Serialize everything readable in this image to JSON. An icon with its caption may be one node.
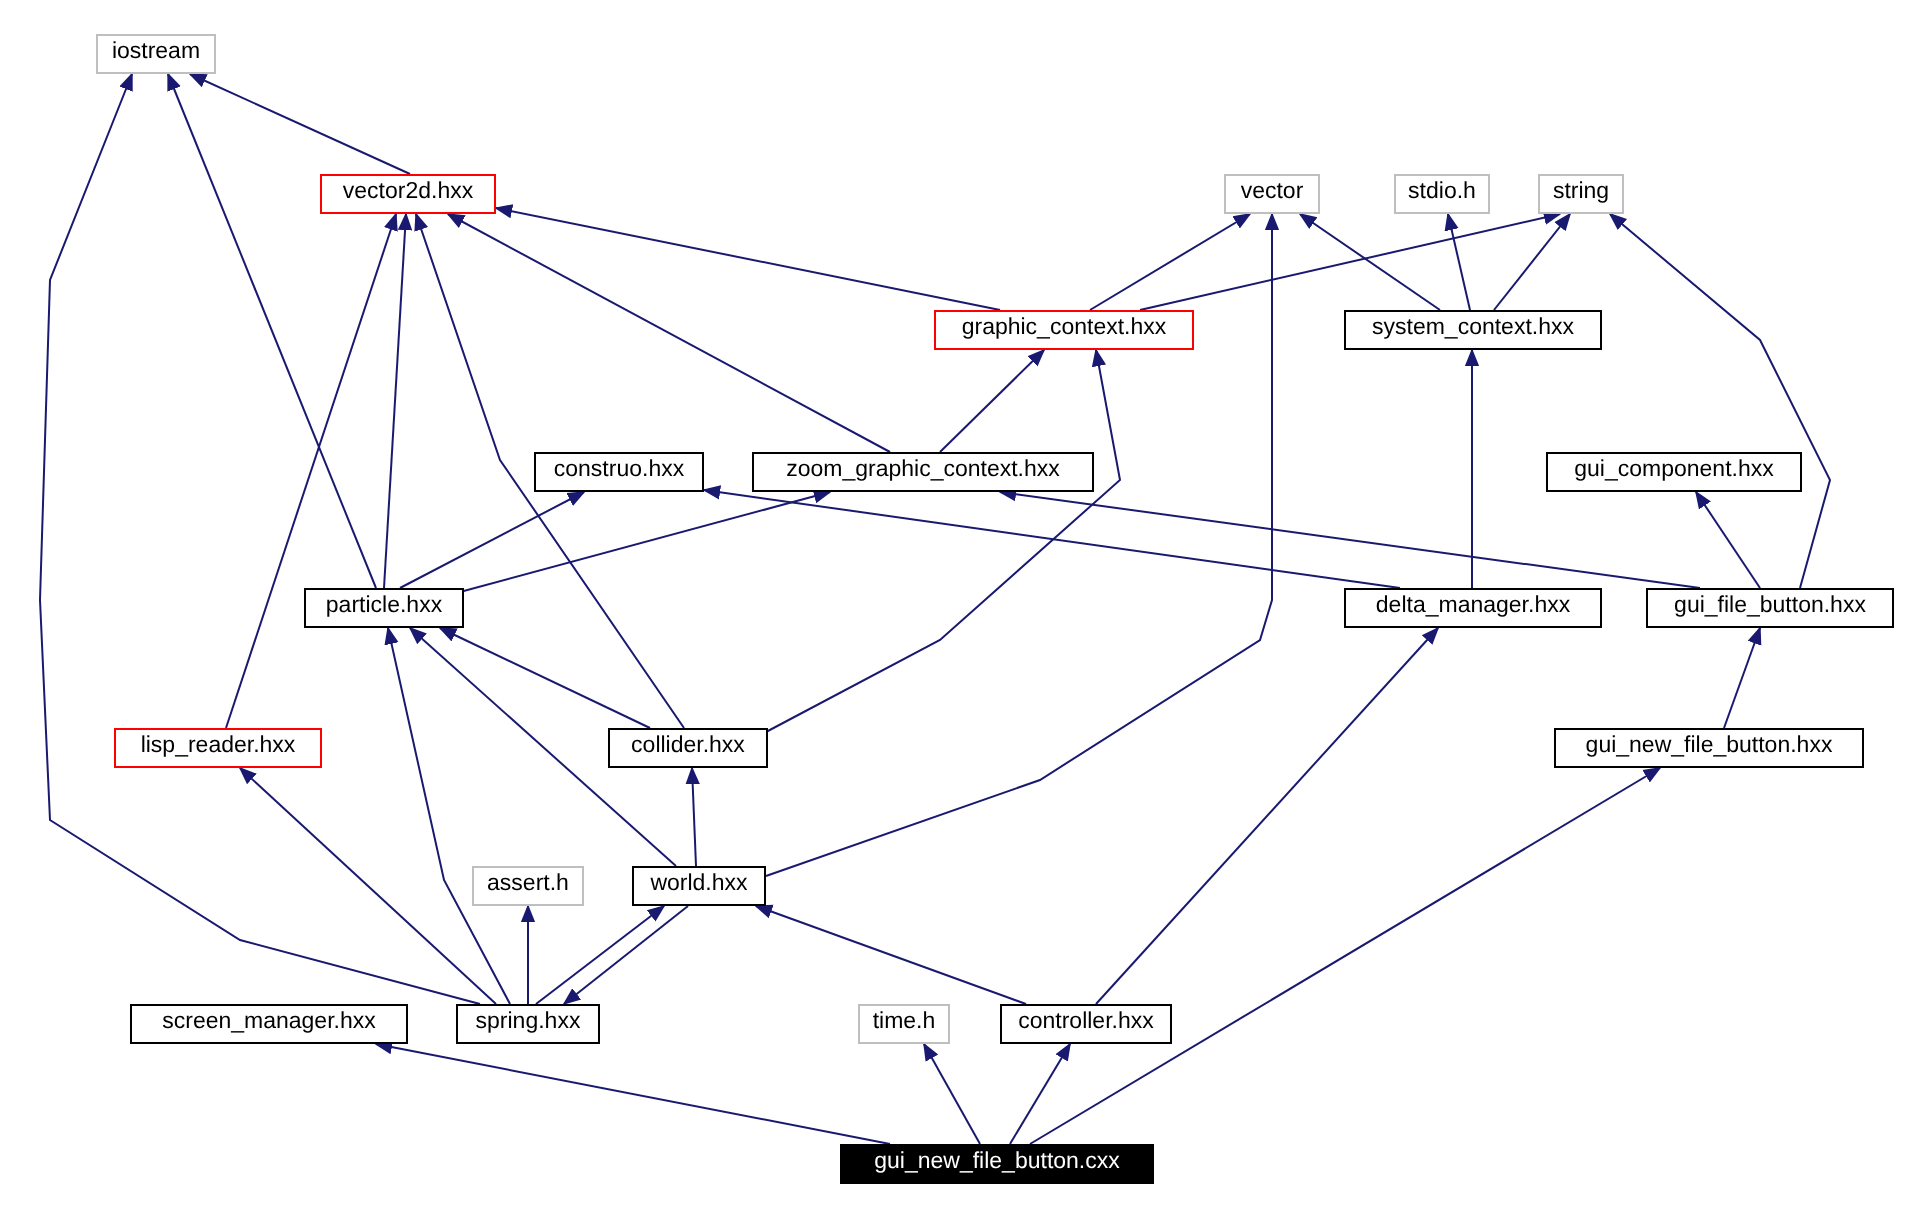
{
  "diagram": {
    "nodes": [
      {
        "text": [
          "iostream"
        ]
      },
      {
        "text": [
          "vector2d.hxx"
        ]
      },
      {
        "text": [
          "vector"
        ]
      },
      {
        "text": [
          "stdio.h"
        ]
      },
      {
        "text": [
          "string"
        ]
      },
      {
        "text": [
          "graphic_context.hxx"
        ]
      },
      {
        "text": [
          "system_context.hxx"
        ]
      },
      {
        "text": [
          "construo.hxx"
        ]
      },
      {
        "text": [
          "zoom_graphic_context.hxx"
        ]
      },
      {
        "text": [
          "gui_component.hxx"
        ]
      },
      {
        "text": [
          "particle.hxx"
        ]
      },
      {
        "text": [
          "delta_manager.hxx"
        ]
      },
      {
        "text": [
          "gui_file_button.hxx"
        ]
      },
      {
        "text": [
          "lisp_reader.hxx"
        ]
      },
      {
        "text": [
          "collider.hxx"
        ]
      },
      {
        "text": [
          "gui_new_file_button.hxx"
        ]
      },
      {
        "text": [
          "assert.h"
        ]
      },
      {
        "text": [
          "world.hxx"
        ]
      },
      {
        "text": [
          "screen_manager.hxx"
        ]
      },
      {
        "text": [
          "spring.hxx"
        ]
      },
      {
        "text": [
          "time.h"
        ]
      },
      {
        "text": [
          "controller.hxx"
        ]
      },
      {
        "text": [
          "gui_new_file_button.cxx"
        ]
      }
    ],
    "edges": [
      {
        "from": 1,
        "to": 0,
        "arrow": "to"
      },
      {
        "from": 10,
        "to": 0,
        "arrow": "to"
      },
      {
        "from": 19,
        "to": 0,
        "arrow": "to"
      },
      {
        "from": 5,
        "to": 1,
        "arrow": "to"
      },
      {
        "from": 8,
        "to": 1,
        "arrow": "to"
      },
      {
        "from": 10,
        "to": 1,
        "arrow": "to"
      },
      {
        "from": 14,
        "to": 1,
        "arrow": "to"
      },
      {
        "from": 13,
        "to": 1,
        "arrow": "to"
      },
      {
        "from": 5,
        "to": 2,
        "arrow": "to"
      },
      {
        "from": 5,
        "to": 4,
        "arrow": "to"
      },
      {
        "from": 6,
        "to": 2,
        "arrow": "to"
      },
      {
        "from": 6,
        "to": 3,
        "arrow": "to"
      },
      {
        "from": 6,
        "to": 4,
        "arrow": "to"
      },
      {
        "from": 12,
        "to": 4,
        "arrow": "to"
      },
      {
        "from": 8,
        "to": 5,
        "arrow": "to"
      },
      {
        "from": 14,
        "to": 5,
        "arrow": "to"
      },
      {
        "from": 11,
        "to": 6,
        "arrow": "to"
      },
      {
        "from": 10,
        "to": 7,
        "arrow": "to"
      },
      {
        "from": 11,
        "to": 7,
        "arrow": "to"
      },
      {
        "from": 10,
        "to": 8,
        "arrow": "to"
      },
      {
        "from": 12,
        "to": 8,
        "arrow": "to"
      },
      {
        "from": 12,
        "to": 9,
        "arrow": "to"
      },
      {
        "from": 14,
        "to": 10,
        "arrow": "to"
      },
      {
        "from": 17,
        "to": 10,
        "arrow": "to"
      },
      {
        "from": 19,
        "to": 10,
        "arrow": "to"
      },
      {
        "from": 17,
        "to": 14,
        "arrow": "to"
      },
      {
        "from": 17,
        "to": 2,
        "arrow": "to"
      },
      {
        "from": 19,
        "to": 13,
        "arrow": "to"
      },
      {
        "from": 19,
        "to": 16,
        "arrow": "to"
      },
      {
        "from": 19,
        "to": 17,
        "arrow": "to"
      },
      {
        "from": 17,
        "to": 19,
        "arrow": "to"
      },
      {
        "from": 21,
        "to": 17,
        "arrow": "to"
      },
      {
        "from": 21,
        "to": 11,
        "arrow": "to"
      },
      {
        "from": 15,
        "to": 12,
        "arrow": "to"
      },
      {
        "from": 22,
        "to": 18,
        "arrow": "to"
      },
      {
        "from": 22,
        "to": 20,
        "arrow": "to"
      },
      {
        "from": 22,
        "to": 21,
        "arrow": "to"
      },
      {
        "from": 22,
        "to": 15,
        "arrow": "to"
      }
    ]
  }
}
